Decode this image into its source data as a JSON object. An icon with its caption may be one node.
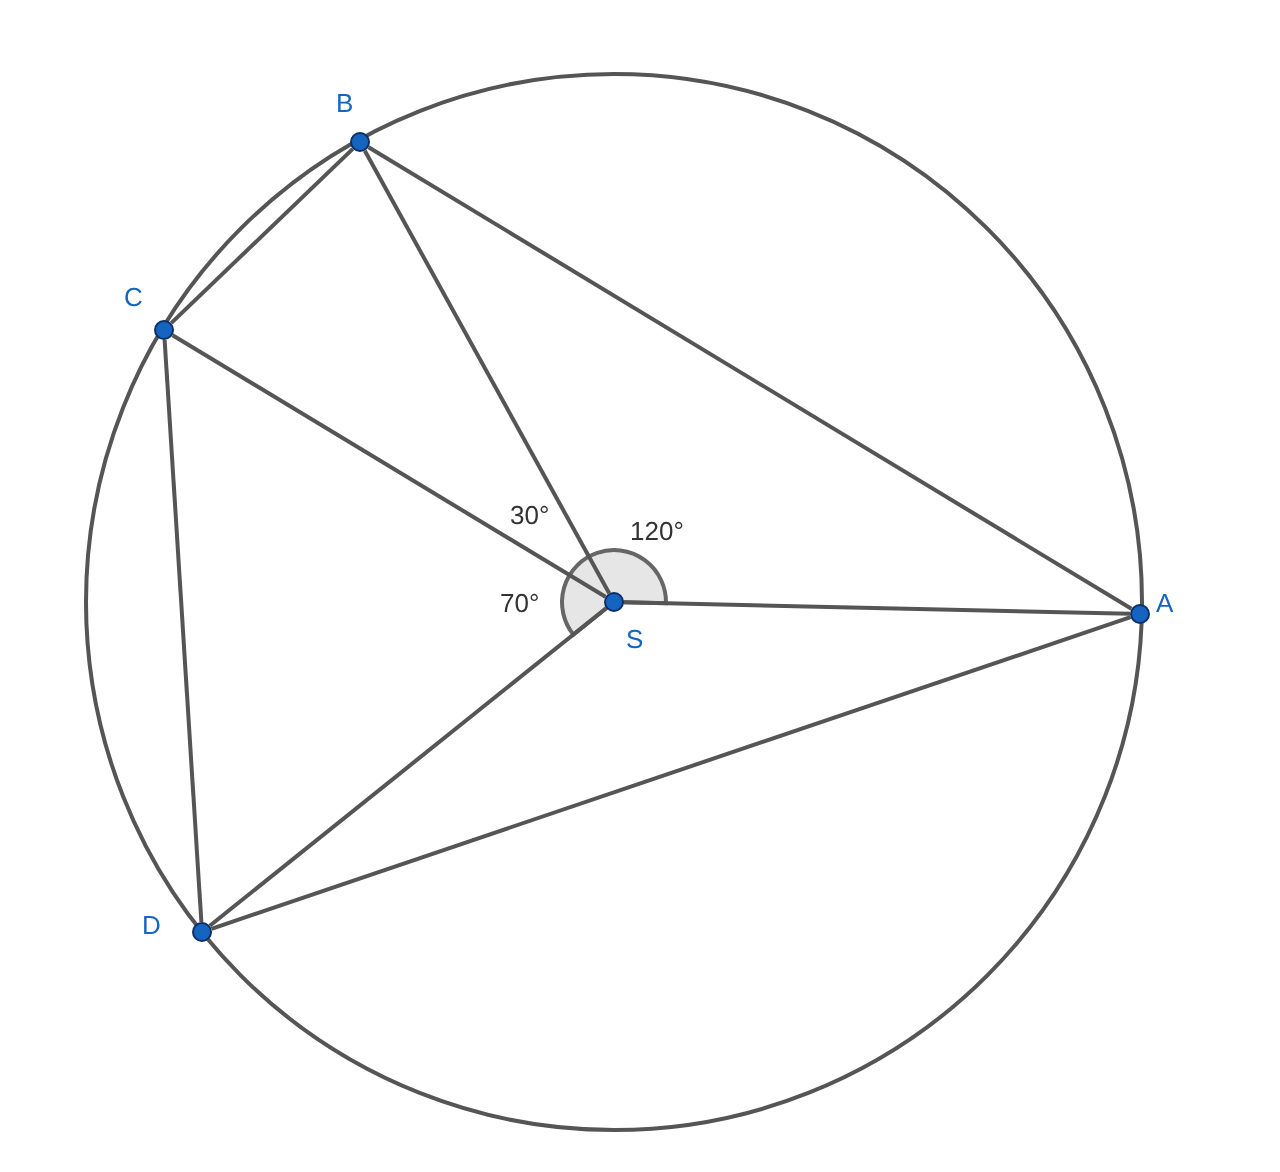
{
  "diagram": {
    "nodes": [
      {
        "text": [],
        "shape": "circle",
        "beside": [
          "A"
        ]
      },
      {
        "text": [],
        "shape": "circle",
        "beside": [
          "B"
        ]
      },
      {
        "text": [],
        "shape": "circle",
        "beside": [
          "C"
        ]
      },
      {
        "text": [],
        "shape": "circle",
        "beside": [
          "D"
        ]
      },
      {
        "text": [],
        "shape": "circle",
        "beside": [
          "S"
        ]
      }
    ],
    "edges": [
      {
        "from": 0,
        "to": 1,
        "arrow": "none"
      },
      {
        "from": 1,
        "to": 2,
        "arrow": "none"
      },
      {
        "from": 2,
        "to": 3,
        "arrow": "none"
      },
      {
        "from": 3,
        "to": 0,
        "arrow": "none"
      },
      {
        "from": 4,
        "to": 0,
        "arrow": "none"
      },
      {
        "from": 4,
        "to": 1,
        "arrow": "none"
      },
      {
        "from": 4,
        "to": 2,
        "arrow": "none"
      },
      {
        "from": 4,
        "to": 3,
        "arrow": "none"
      }
    ],
    "labels": [
      "30°",
      "120°",
      "70°"
    ]
  }
}
